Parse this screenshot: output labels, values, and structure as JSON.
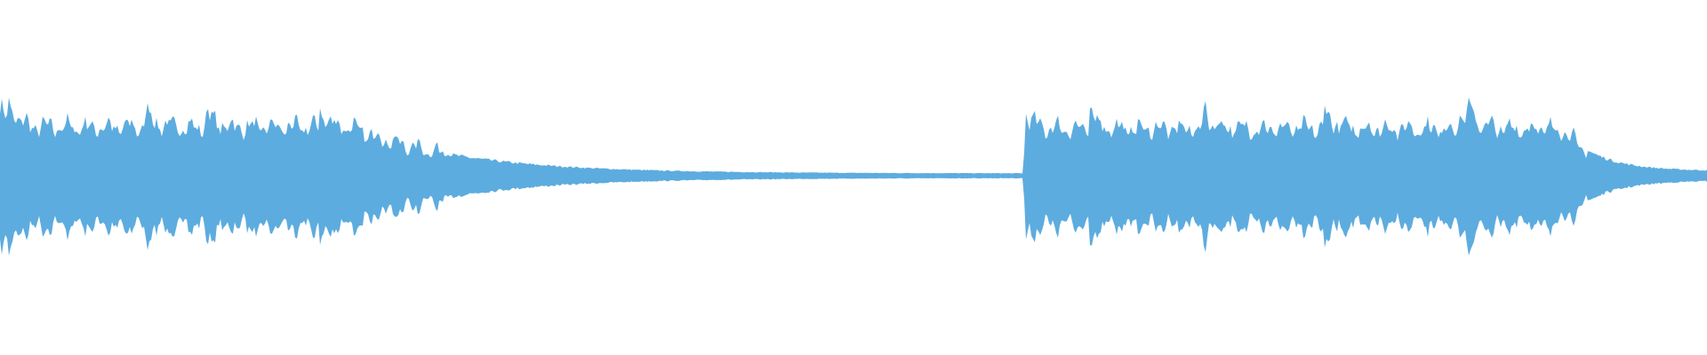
{
  "waveform": {
    "color": "#5dacdf",
    "channels": 1,
    "segments": [
      {
        "kind": "active-decay",
        "start": 0.0,
        "end": 0.6,
        "peak": 0.88,
        "sustain": 0.62,
        "decay_start": 0.205,
        "floor": 0.03
      },
      {
        "kind": "silence",
        "start": 0.6,
        "end": 0.598
      },
      {
        "kind": "active-decay",
        "start": 0.598,
        "end": 1.0,
        "peak": 0.9,
        "sustain": 0.6,
        "decay_start": 0.915,
        "floor": 0.06
      }
    ],
    "transients": [
      0.0,
      0.005,
      0.085,
      0.12,
      0.187,
      0.6,
      0.638,
      0.705,
      0.776,
      0.855,
      0.86
    ]
  }
}
